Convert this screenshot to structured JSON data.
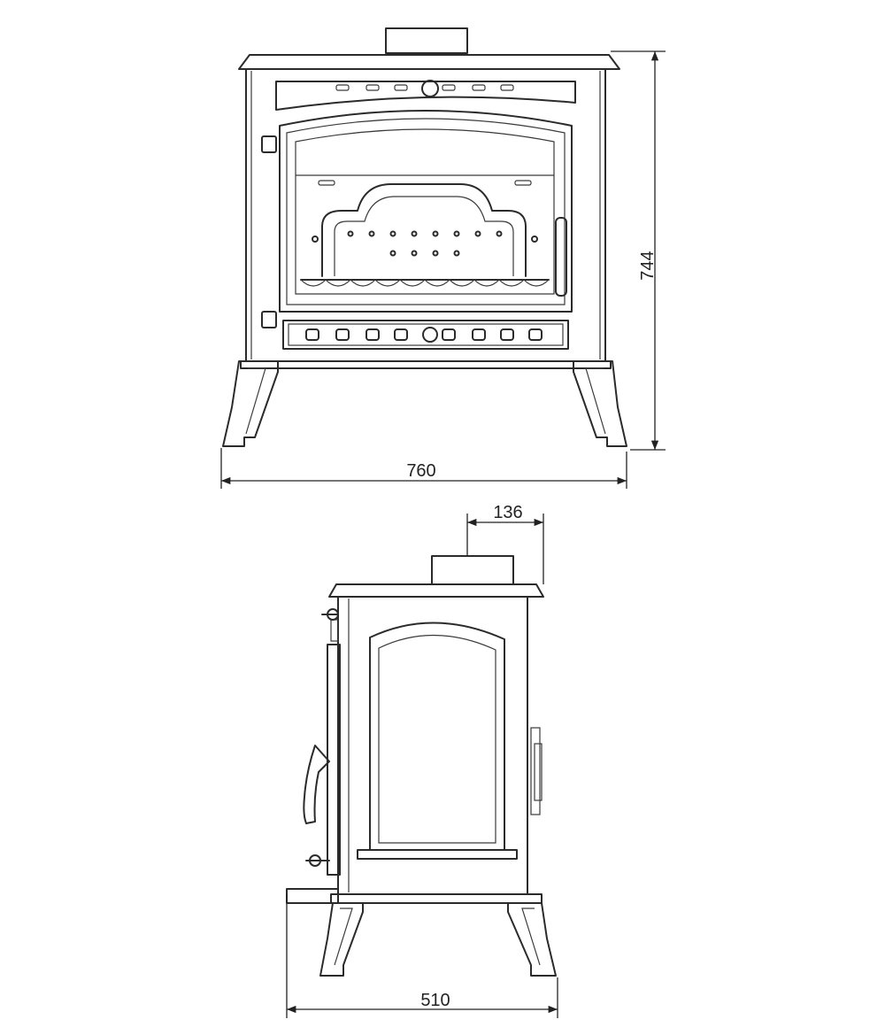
{
  "dimensions": {
    "front_width": "760",
    "front_height": "744",
    "side_depth": "510",
    "flue_offset": "136"
  },
  "colors": {
    "line": "#2b2b2b",
    "background": "#ffffff"
  }
}
